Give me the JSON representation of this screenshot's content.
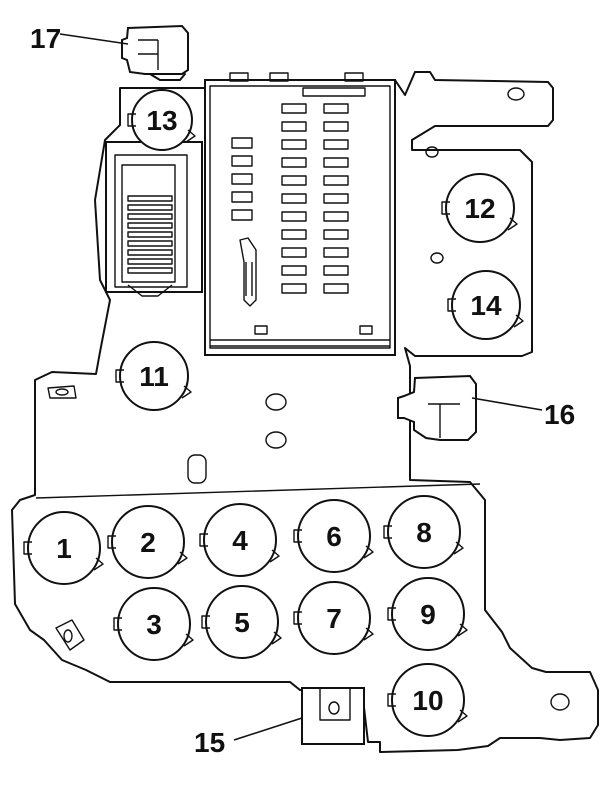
{
  "diagram": {
    "relays": [
      {
        "id": "r1",
        "label": "1"
      },
      {
        "id": "r2",
        "label": "2"
      },
      {
        "id": "r3",
        "label": "3"
      },
      {
        "id": "r4",
        "label": "4"
      },
      {
        "id": "r5",
        "label": "5"
      },
      {
        "id": "r6",
        "label": "6"
      },
      {
        "id": "r7",
        "label": "7"
      },
      {
        "id": "r8",
        "label": "8"
      },
      {
        "id": "r9",
        "label": "9"
      },
      {
        "id": "r10",
        "label": "10"
      },
      {
        "id": "r11",
        "label": "11"
      },
      {
        "id": "r12",
        "label": "12"
      },
      {
        "id": "r13",
        "label": "13"
      },
      {
        "id": "r14",
        "label": "14"
      }
    ],
    "callouts": [
      {
        "id": "c15",
        "label": "15"
      },
      {
        "id": "c16",
        "label": "16"
      },
      {
        "id": "c17",
        "label": "17"
      }
    ]
  }
}
